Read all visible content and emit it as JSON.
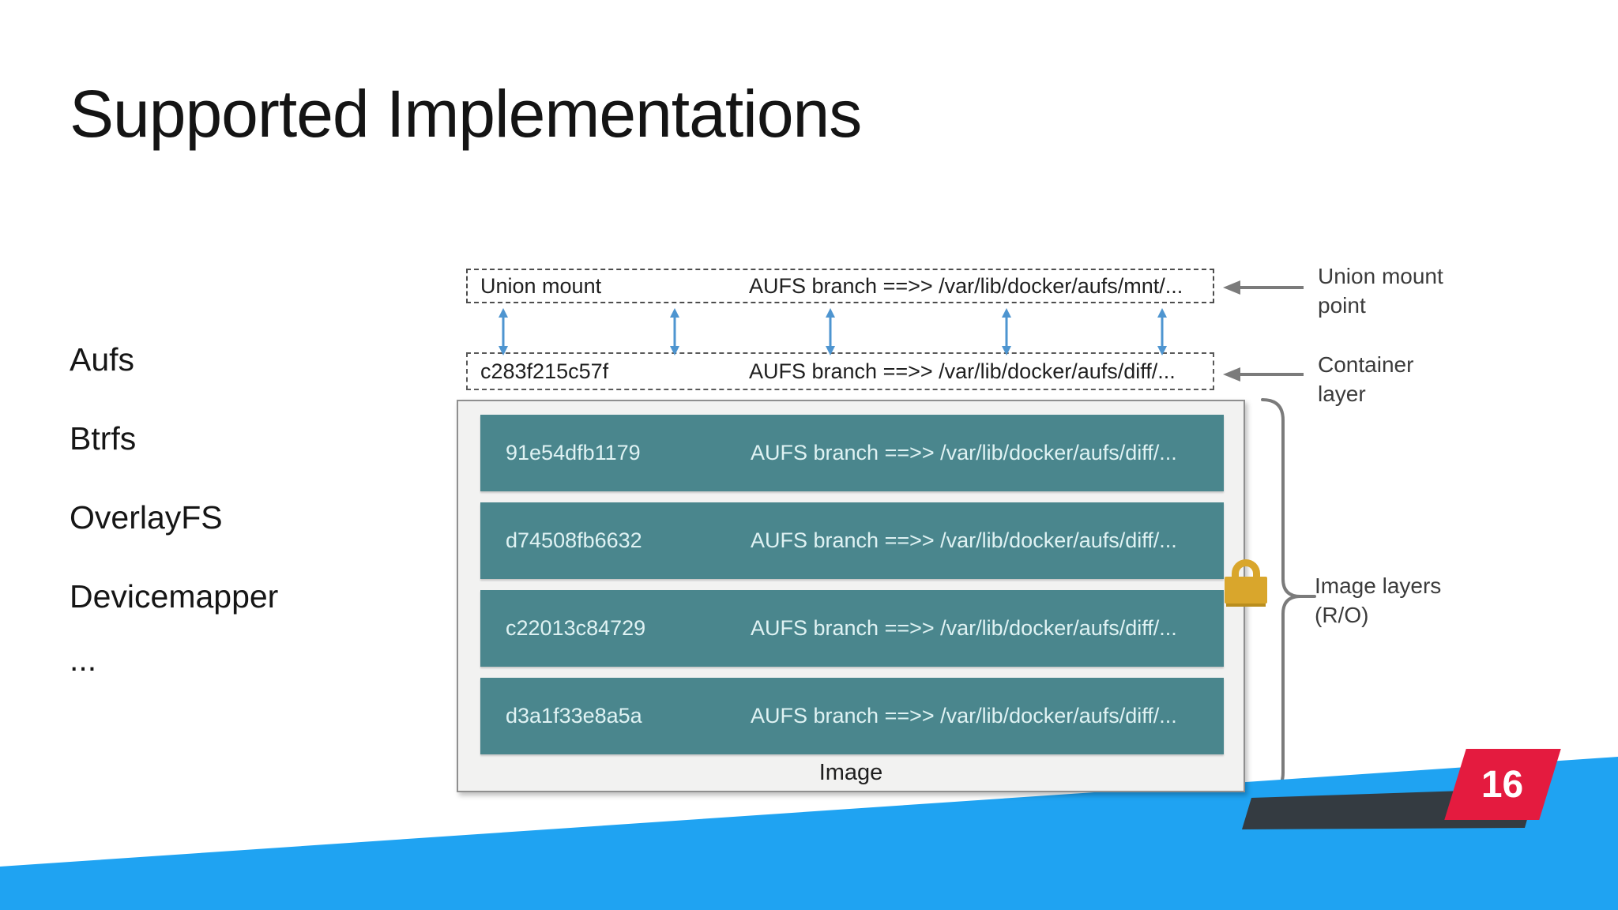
{
  "slide": {
    "title": "Supported Implementations",
    "page_number": "16"
  },
  "left_list": {
    "items": [
      {
        "label": "Aufs"
      },
      {
        "label": "Btrfs"
      },
      {
        "label": "OverlayFS"
      },
      {
        "label": "Devicemapper"
      },
      {
        "label": "..."
      }
    ]
  },
  "diagram": {
    "union_mount": {
      "label": "Union mount",
      "path": "AUFS branch ==>> /var/lib/docker/aufs/mnt/..."
    },
    "container_layer": {
      "id": "c283f215c57f",
      "path": "AUFS branch ==>> /var/lib/docker/aufs/diff/..."
    },
    "image_layers": [
      {
        "id": "91e54dfb1179",
        "path": "AUFS branch ==>> /var/lib/docker/aufs/diff/..."
      },
      {
        "id": "d74508fb6632",
        "path": "AUFS branch ==>> /var/lib/docker/aufs/diff/..."
      },
      {
        "id": "c22013c84729",
        "path": "AUFS branch ==>> /var/lib/docker/aufs/diff/..."
      },
      {
        "id": "d3a1f33e8a5a",
        "path": "AUFS branch ==>> /var/lib/docker/aufs/diff/..."
      }
    ],
    "image_caption": "Image",
    "annotations": {
      "union_mount_point": "Union mount point",
      "container_layer": "Container layer",
      "image_layers_ro": "Image layers (R/O)"
    }
  },
  "colors": {
    "teal": "#4A868D",
    "row_text": "#DFF2F3",
    "wave_blue": "#1FA3F2",
    "badge_red": "#E41B3F",
    "dark_bar": "#343B41",
    "lock_gold": "#D9A62C",
    "arrow_blue": "#4E95D0",
    "annotation_gray": "#7B7B7B"
  }
}
